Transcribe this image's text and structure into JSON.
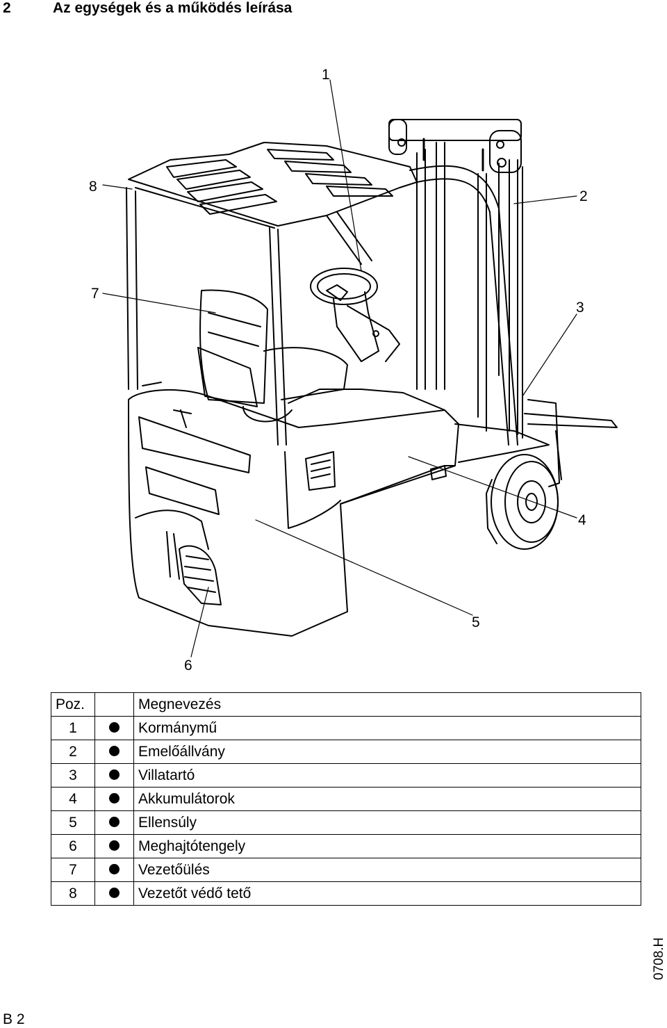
{
  "header": {
    "section_number": "2",
    "title": "Az egységek és a működés leírása"
  },
  "figure": {
    "callouts": [
      "1",
      "2",
      "3",
      "4",
      "5",
      "6",
      "7",
      "8"
    ]
  },
  "legend": {
    "headers": {
      "pos": "Poz.",
      "name": "Megnevezés"
    },
    "rows": [
      {
        "pos": "1",
        "name": "Kormánymű"
      },
      {
        "pos": "2",
        "name": "Emelőállvány"
      },
      {
        "pos": "3",
        "name": "Villatartó"
      },
      {
        "pos": "4",
        "name": "Akkumulátorok"
      },
      {
        "pos": "5",
        "name": "Ellensúly"
      },
      {
        "pos": "6",
        "name": "Meghajtótengely"
      },
      {
        "pos": "7",
        "name": "Vezetőülés"
      },
      {
        "pos": "8",
        "name": "Vezetőt védő tető"
      }
    ]
  },
  "footer": {
    "page_label": "B 2",
    "doc_code": "0708.H"
  }
}
